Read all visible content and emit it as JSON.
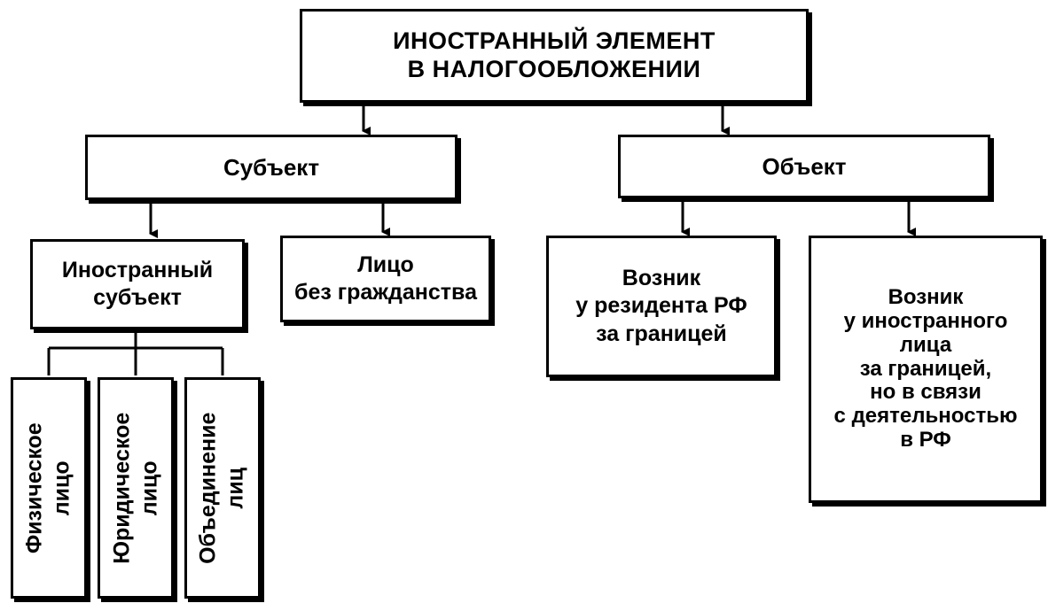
{
  "diagram": {
    "root": {
      "label": "ИНОСТРАННЫЙ ЭЛЕМЕНТ\nВ НАЛОГООБЛОЖЕНИИ"
    },
    "subject": {
      "label": "Субъект",
      "children": {
        "foreign_subject": {
          "label": "Иностранный\nсубъект",
          "children": {
            "individual": {
              "label": "Физическое\nлицо"
            },
            "legal_entity": {
              "label": "Юридическое\nлицо"
            },
            "association": {
              "label": "Объединение\nлиц"
            }
          }
        },
        "stateless": {
          "label": "Лицо\nбез гражданства"
        }
      }
    },
    "object": {
      "label": "Объект",
      "children": {
        "resident_abroad": {
          "label": "Возник\nу резидента РФ\nза границей"
        },
        "foreigner_abroad": {
          "label": "Возник\nу иностранного\nлица\nза границей,\nно в связи\nс деятельностью\nв РФ"
        }
      }
    }
  }
}
